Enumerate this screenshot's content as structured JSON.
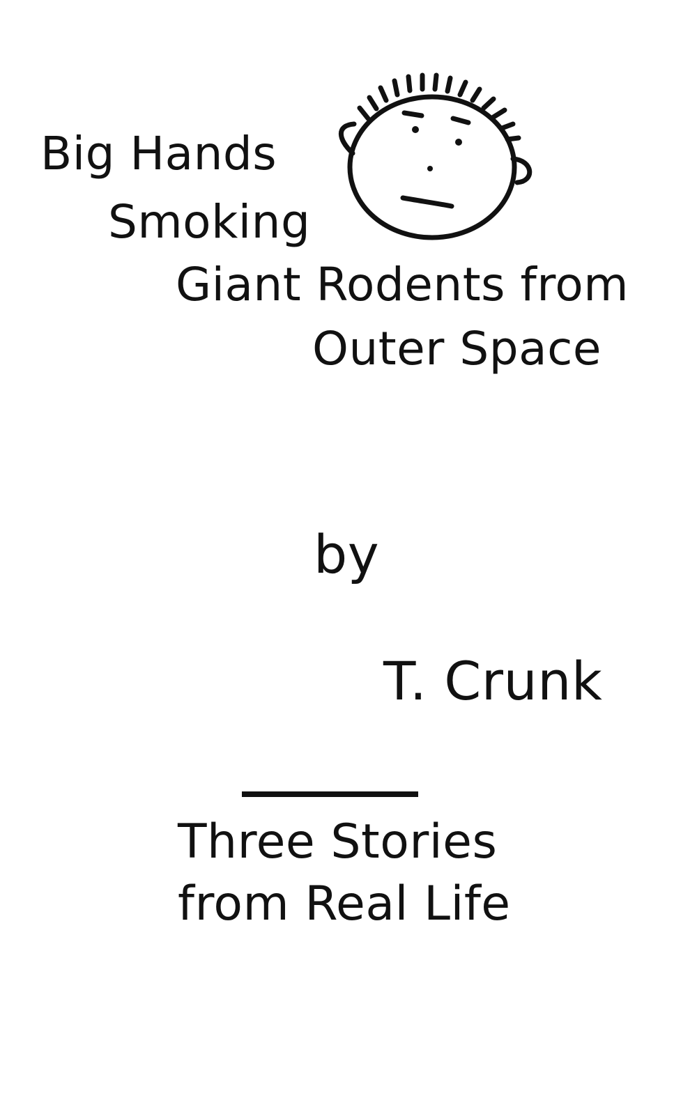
{
  "cover": {
    "title_lines": [
      "Big Hands",
      "Smoking",
      "Giant Rodents from",
      "Outer Space"
    ],
    "by": "by",
    "author": "T. Crunk",
    "subtitle_lines": [
      "Three Stories",
      "from Real Life"
    ]
  },
  "illustration": {
    "icon": "cartoon-face-icon",
    "ink_color": "#111111"
  }
}
